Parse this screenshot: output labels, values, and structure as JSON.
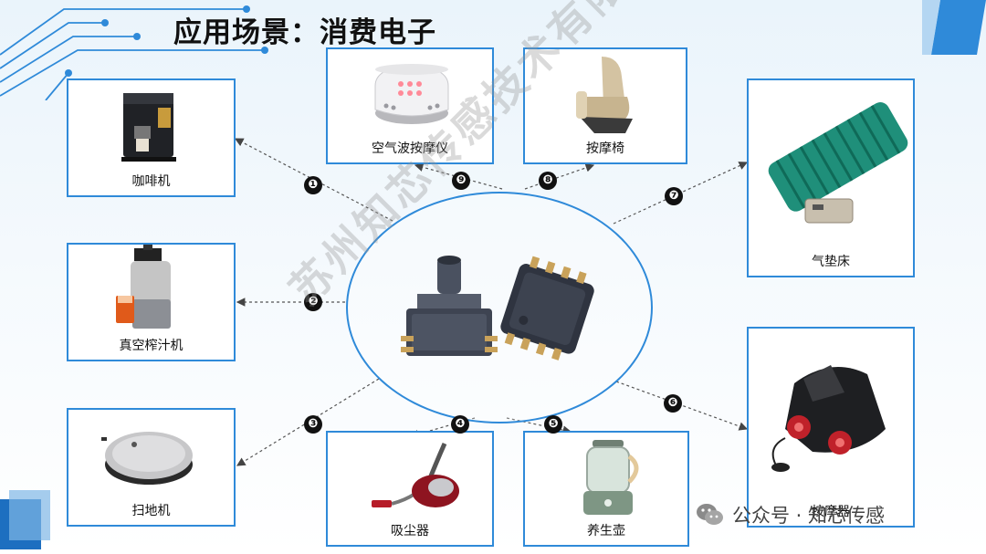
{
  "title": "应用场景：消费电子",
  "items": [
    {
      "number": "❶",
      "label": "咖啡机",
      "icon": "coffee-machine-icon"
    },
    {
      "number": "❷",
      "label": "真空榨汁机",
      "icon": "juicer-icon"
    },
    {
      "number": "❸",
      "label": "扫地机",
      "icon": "robot-vacuum-icon"
    },
    {
      "number": "❹",
      "label": "吸尘器",
      "icon": "vacuum-cleaner-icon"
    },
    {
      "number": "❺",
      "label": "养生壶",
      "icon": "kettle-icon"
    },
    {
      "number": "❻",
      "label": "按摩器",
      "icon": "massage-pillow-icon"
    },
    {
      "number": "❼",
      "label": "气垫床",
      "icon": "air-mattress-icon"
    },
    {
      "number": "❽",
      "label": "按摩椅",
      "icon": "massage-chair-icon"
    },
    {
      "number": "❾",
      "label": "空气波按摩仪",
      "icon": "air-wave-massager-icon"
    }
  ],
  "center": {
    "icon": "pressure-sensor-chips-icon"
  },
  "watermark": "苏州知芯传感技术有限公司",
  "footer": {
    "text": "公众号 · 知芯传感",
    "icon": "wechat-icon"
  },
  "colors": {
    "accent": "#2f8ad9",
    "dark_blue": "#1d6fc0",
    "badge": "#111111"
  }
}
